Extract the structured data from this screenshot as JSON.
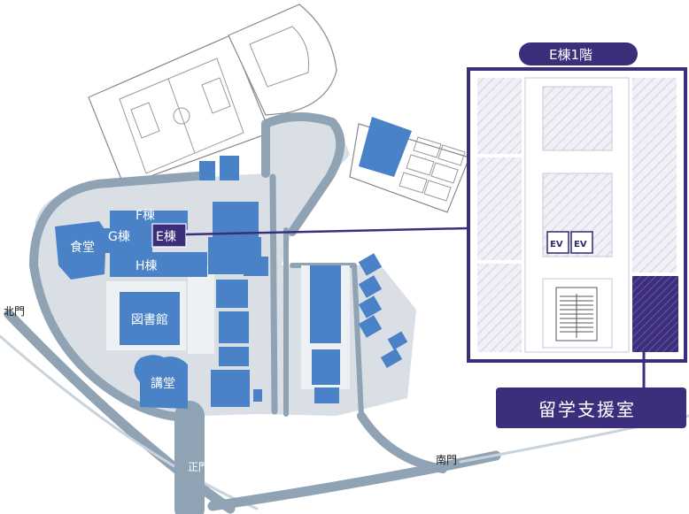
{
  "labels": {
    "shokudo": "食堂",
    "g_bldg": "G棟",
    "f_bldg": "F棟",
    "e_bldg": "E棟",
    "h_bldg": "H棟",
    "library": "図書館",
    "auditorium": "講堂"
  },
  "gates": {
    "north": "北門",
    "main": "正門",
    "south": "南門"
  },
  "floor_plan": {
    "title": "E棟1階",
    "elevator_1": "EV",
    "elevator_2": "EV"
  },
  "highlight": {
    "label": "留学支援室"
  },
  "colors": {
    "building": "#4a82c7",
    "road": "#8fa3b4",
    "campus_ground": "#d9dfe5",
    "accent": "#3d2e7c",
    "field_line": "#8a8a8a"
  },
  "icons": {
    "elevator": "elevator-icon",
    "stairs": "stairs-icon"
  }
}
